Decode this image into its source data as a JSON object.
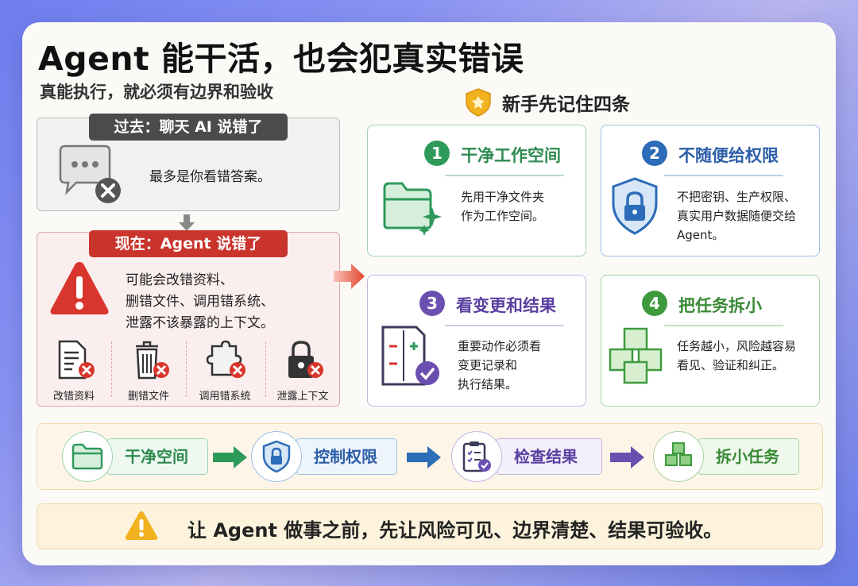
{
  "title": "Agent 能干活，也会犯真实错误",
  "subtitle": "真能执行，就必须有边界和验收",
  "past": {
    "label": "过去：聊天 AI 说错了",
    "text": "最多是你看错答案。"
  },
  "now": {
    "label": "现在：Agent 说错了",
    "lines": [
      "可能会改错资料、",
      "删错文件、调用错系统、",
      "泄露不该暴露的上下文。"
    ],
    "items": [
      {
        "label": "改错资料",
        "icon": "document-error-icon"
      },
      {
        "label": "删错文件",
        "icon": "trash-error-icon"
      },
      {
        "label": "调用错系统",
        "icon": "plugin-error-icon"
      },
      {
        "label": "泄露上下文",
        "icon": "lock-error-icon"
      }
    ]
  },
  "rules": {
    "heading": "新手先记住四条",
    "cards": [
      {
        "num": "1",
        "title": "干净工作空间",
        "lines": [
          "先用干净文件夹",
          "作为工作空间。"
        ],
        "color": "#2e9a5a"
      },
      {
        "num": "2",
        "title": "不随便给权限",
        "lines": [
          "不把密钥、生产权限、",
          "真实用户数据随便交给",
          "Agent。"
        ],
        "color": "#2c6cb8"
      },
      {
        "num": "3",
        "title": "看变更和结果",
        "lines": [
          "重要动作必须看",
          "变更记录和",
          "执行结果。"
        ],
        "color": "#6a4fb0"
      },
      {
        "num": "4",
        "title": "把任务拆小",
        "lines": [
          "任务越小，风险越容易",
          "看见、验证和纠正。"
        ],
        "color": "#3f9a3e"
      }
    ]
  },
  "flow": [
    {
      "label": "干净空间",
      "icon": "folder-icon",
      "color": "#2e9a5a"
    },
    {
      "label": "控制权限",
      "icon": "shield-lock-icon",
      "color": "#2c6cb8"
    },
    {
      "label": "检查结果",
      "icon": "checklist-icon",
      "color": "#6a4fb0"
    },
    {
      "label": "拆小任务",
      "icon": "cubes-icon",
      "color": "#3f9a3e"
    }
  ],
  "tip": "让 Agent 做事之前，先让风险可见、边界清楚、结果可验收。"
}
